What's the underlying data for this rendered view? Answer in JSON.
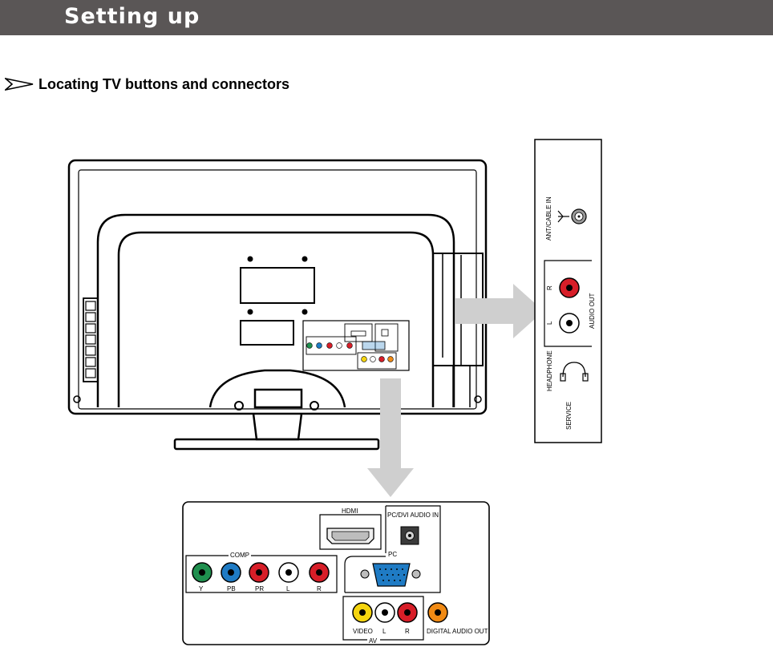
{
  "header": {
    "title": "Setting up"
  },
  "section": {
    "title": "Locating TV buttons and connectors"
  },
  "side_panel": {
    "ant_cable_in": "ANT/CABLE IN",
    "audio_out": "AUDIO OUT",
    "r": "R",
    "l": "L",
    "headphone": "HEADPHONE",
    "service": "SERVICE"
  },
  "bottom_panel": {
    "hdmi": "HDMI",
    "pc_dvi_audio_in": "PC/DVI  AUDIO IN",
    "pc": "PC",
    "comp": "COMP",
    "comp_jacks": [
      "Y",
      "PB",
      "PR",
      "L",
      "R"
    ],
    "av": "AV",
    "av_jacks": [
      "VIDEO",
      "L",
      "R"
    ],
    "digital_audio_out": "DIGITAL AUDIO OUT"
  },
  "colors": {
    "header_bg": "#5a5656",
    "green": "#1f8f4e",
    "blue": "#1f7bc4",
    "red": "#d71e28",
    "yellow": "#f4d40f",
    "orange": "#f08a14",
    "arrow_gray": "#cfcfcf"
  }
}
